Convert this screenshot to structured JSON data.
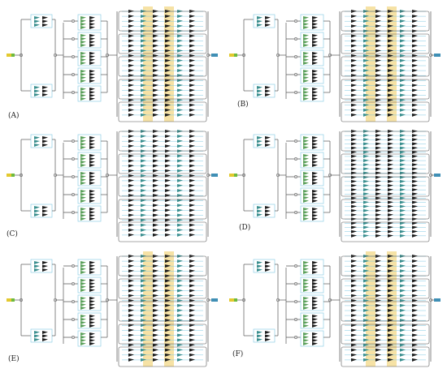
{
  "panels": [
    {
      "id": "A",
      "label": "(A)",
      "variant": "cascade",
      "highlight": true
    },
    {
      "id": "B",
      "label": "(B)",
      "variant": "cascade",
      "highlight": true
    },
    {
      "id": "C",
      "label": "(C)",
      "variant": "cascade",
      "highlight": false
    },
    {
      "id": "D",
      "label": "(D)",
      "variant": "cascade-dense",
      "highlight": false
    },
    {
      "id": "E",
      "label": "(E)",
      "variant": "cascade",
      "highlight": true
    },
    {
      "id": "F",
      "label": "(F)",
      "variant": "cascade",
      "highlight": true
    }
  ],
  "colors": {
    "wire": "#555555",
    "wire_blue": "#7ec8e3",
    "block_dark": "#1c1c1c",
    "block_teal": "#3a8f8f",
    "block_green": "#5aa05a",
    "node": "#d9d9d9",
    "highlight": "#f6e2a5",
    "input_green": "#6dbb3c",
    "input_yellow": "#e3c92f",
    "output_teal": "#3f8fb5"
  },
  "icons": {
    "input_source": "input-source-icon",
    "junction": "junction-node-icon",
    "component": "component-block-icon",
    "output_sink": "output-sink-icon"
  }
}
